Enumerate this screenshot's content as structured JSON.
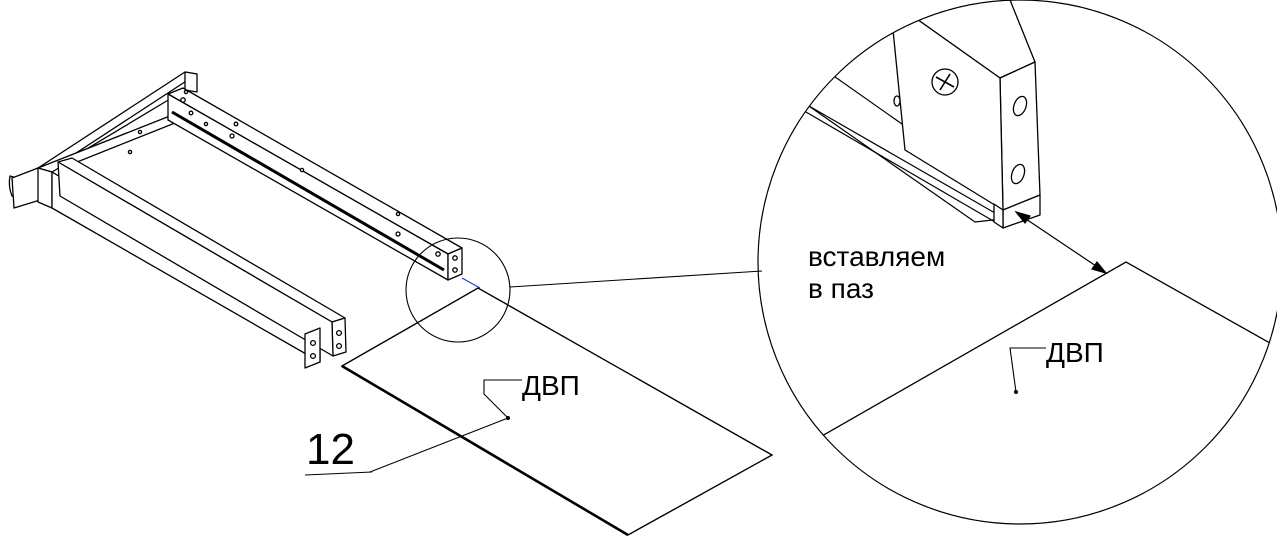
{
  "labels": {
    "panel_main": "ДВП",
    "panel_detail": "ДВП",
    "step_number": "12",
    "instruction_line1": "вставляем",
    "instruction_line2": "в паз"
  },
  "colors": {
    "stroke": "#000000",
    "background": "#ffffff",
    "accent_line": "#2b3bd6"
  }
}
